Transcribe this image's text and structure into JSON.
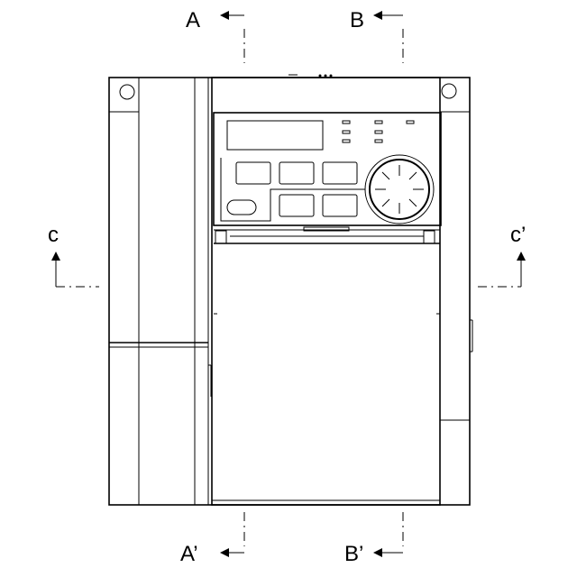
{
  "section_labels": {
    "a": "A",
    "a_prime": "A’",
    "b": "B",
    "b_prime": "B’",
    "c": "c",
    "c_prime": "c’"
  },
  "colors": {
    "line": "#000000",
    "background": "#ffffff"
  }
}
